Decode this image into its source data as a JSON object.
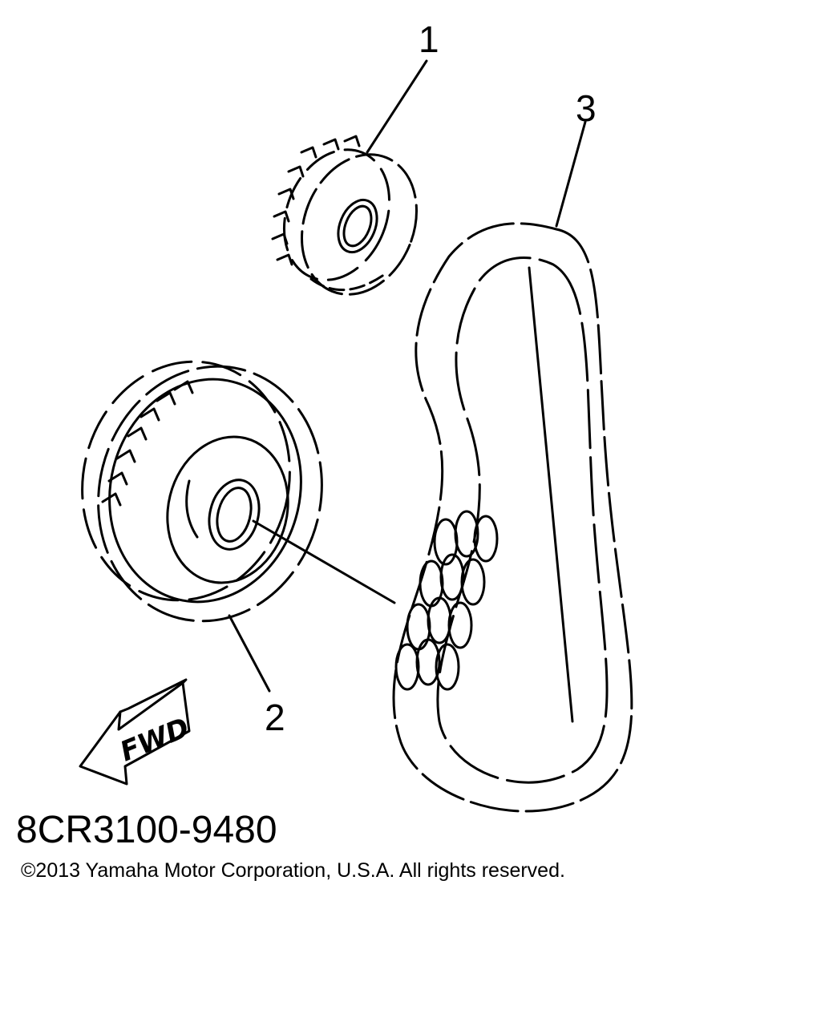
{
  "callouts": {
    "part1": "1",
    "part2": "2",
    "part3": "3"
  },
  "direction_label": "FWD",
  "part_number": "8CR3100-9480",
  "copyright": "©2013 Yamaha Motor Corporation, U.S.A. All rights reserved.",
  "icons": {
    "direction": "forward-arrow-icon"
  },
  "colors": {
    "ink": "#000000",
    "paper": "#ffffff"
  }
}
